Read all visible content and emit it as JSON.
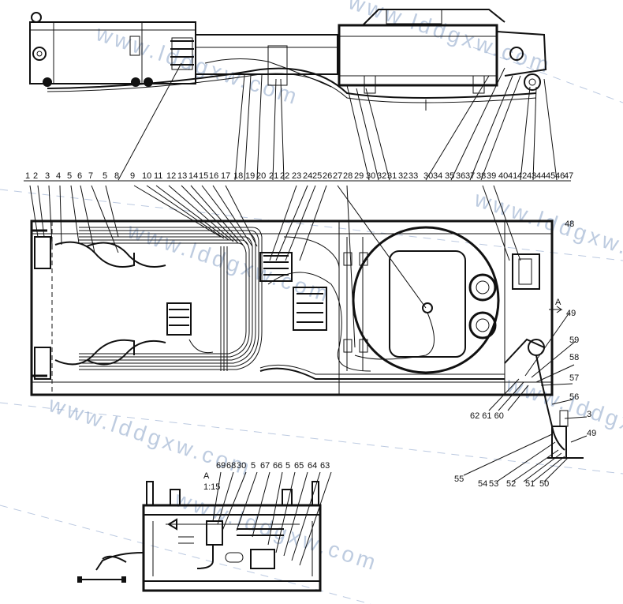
{
  "watermark": {
    "text": "www.lddgxw.com"
  },
  "view_marker": "A",
  "callouts": {
    "r1": [
      "1",
      "2",
      "3",
      "4",
      "5",
      "6",
      "7",
      "5",
      "8",
      "9",
      "10",
      "11",
      "12",
      "13",
      "14",
      "15",
      "16",
      "17",
      "18",
      "19",
      "20",
      "21",
      "22",
      "23",
      "24",
      "25",
      "26",
      "27",
      "28",
      "29",
      "30",
      "32",
      "31",
      "32",
      "33",
      "30",
      "34",
      "35",
      "36",
      "37",
      "38",
      "39",
      "40",
      "41",
      "42",
      "43",
      "44",
      "45",
      "46",
      "47"
    ],
    "right": [
      "48",
      "49",
      "59",
      "58",
      "57",
      "56",
      "3",
      "49",
      "62 61 60"
    ],
    "bottom_right": [
      "55",
      "54",
      "53",
      "52",
      "51",
      "50"
    ],
    "detail_a": [
      "69",
      "68",
      "30",
      "5",
      "67",
      "66",
      "5",
      "65",
      "64",
      "63"
    ]
  },
  "detail_a": {
    "title": "A",
    "scale": "1:15"
  }
}
